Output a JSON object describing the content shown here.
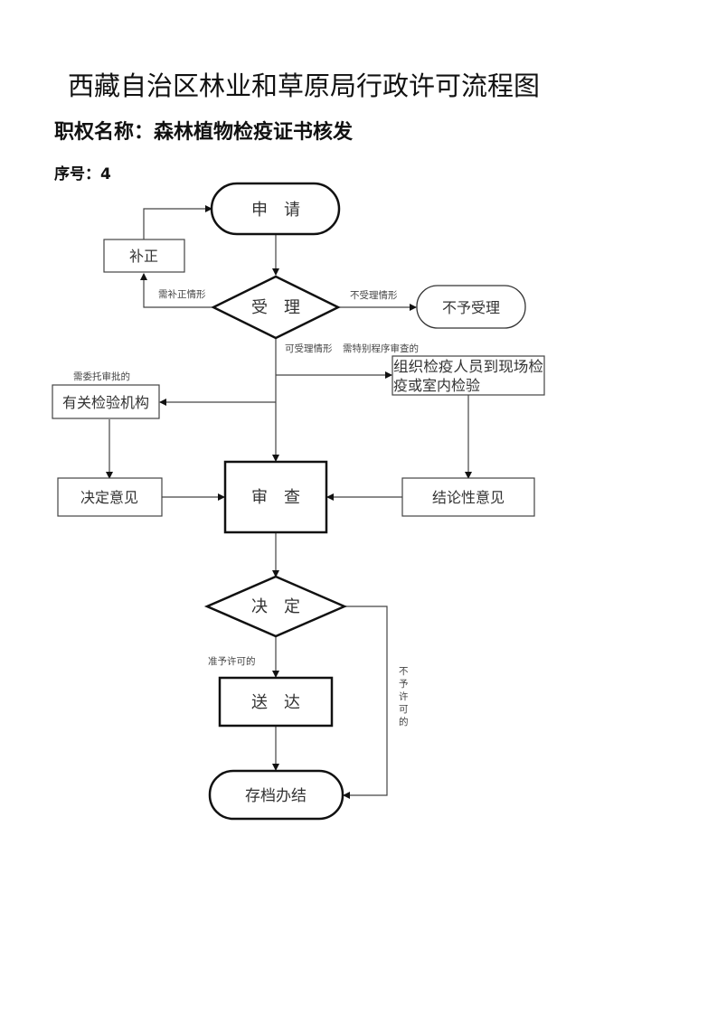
{
  "header": {
    "title": "西藏自治区林业和草原局行政许可流程图",
    "power_name_label": "职权名称：",
    "power_name": "森林植物检疫证书核发",
    "serial_label": "序号：",
    "serial": "4"
  },
  "nodes": {
    "apply": "申　请",
    "correct": "补正",
    "accept": "受　理",
    "reject": "不予受理",
    "inspect_line1": "组织检疫人员到现场检",
    "inspect_line2": "疫或室内检验",
    "agency": "有关检验机构",
    "decision_opinion": "决定意见",
    "review": "审　查",
    "conclusion": "结论性意见",
    "decide": "决　定",
    "deliver": "送　达",
    "archive": "存档办结"
  },
  "edge_labels": {
    "need_correct": "需补正情形",
    "not_accept": "不受理情形",
    "acceptable": "可受理情形",
    "special_review": "需特别程序审查的",
    "need_entrust": "需委托审批的",
    "approved": "准予许可的",
    "not_approved": [
      "不",
      "予",
      "许",
      "可",
      "的"
    ]
  }
}
